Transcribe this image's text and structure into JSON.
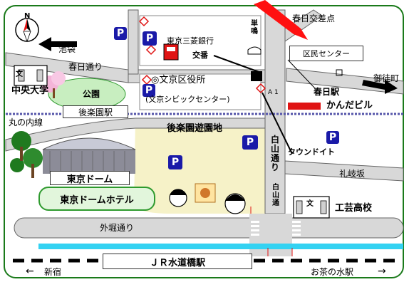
{
  "map": {
    "labels": {
      "kasuga_intersection": "春日交差点",
      "ikebukuro": "池袋",
      "kasuga_dori": "春日通り",
      "chuo_univ": "中央大学",
      "park": "公園",
      "korakuen_station": "後楽園駅",
      "marunouchi_line": "丸の内線",
      "tokyo_dome": "東京ドーム",
      "tokyo_dome_hotel": "東京ドームホテル",
      "tokyo_mitsubishi": "東京三菱銀行",
      "koban": "交番",
      "bunkyo_office": "◎文京区役所",
      "civic_center": "(文京シビックセンター)",
      "kumin_center": "区民センター",
      "kasuga_station": "春日駅",
      "kanda_bldg": "かんだビル",
      "okachimachi": "御徒町",
      "korakuen_amusement": "後楽園遊園地",
      "hakusan_dori": "白山通り",
      "town_doit": "タウンドイト",
      "reikisaka": "礼岐坂",
      "kogei_hs": "工芸高校",
      "sotobori_dori": "外堀通り",
      "jr_station": "ＪＲ水道橋駅",
      "shinjuku": "新宿",
      "ochanomizu": "お茶の水駅",
      "a1": "A 1",
      "hakusan_vert": "白山通",
      "tanpaku": "単鳴",
      "bun": "文",
      "north": "N",
      "parking": "P"
    },
    "colors": {
      "road": "#d8d8d8",
      "road_edge": "#666666",
      "block": "#ffffff",
      "amusement_area": "#f6f2c8",
      "park_green": "#c8eec0",
      "hotel_green": "#e2f6dc",
      "hotel_border": "#2e9a2e",
      "rail_cyan": "#33d2f2",
      "kanda_red": "#e01414",
      "arrow_red": "#ff1010",
      "parking_blue": "#1a1aa8",
      "map_border": "#1a7a1a"
    }
  }
}
